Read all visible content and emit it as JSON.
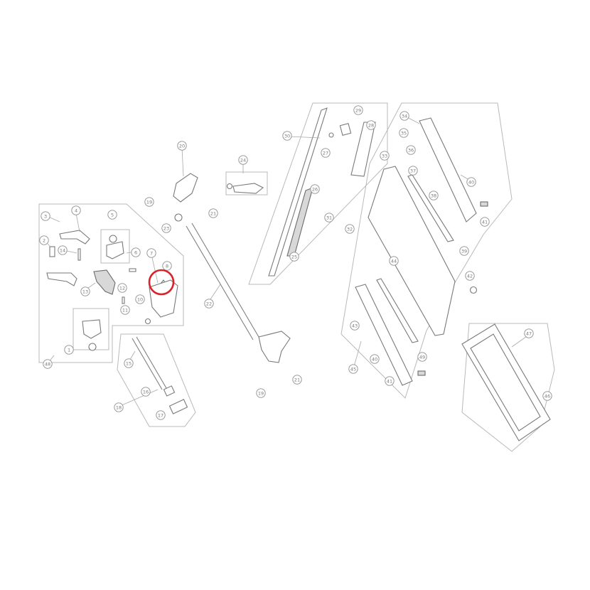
{
  "diagram": {
    "highlight_color": "#d8232a",
    "line_color": "#8f8f8f",
    "callouts": [
      {
        "id": "c3",
        "label": "3"
      },
      {
        "id": "c4",
        "label": "4"
      },
      {
        "id": "c5",
        "label": "5"
      },
      {
        "id": "c2",
        "label": "2"
      },
      {
        "id": "c14",
        "label": "14"
      },
      {
        "id": "c6",
        "label": "6"
      },
      {
        "id": "c7",
        "label": "7"
      },
      {
        "id": "c8",
        "label": "8"
      },
      {
        "id": "c13",
        "label": "13"
      },
      {
        "id": "c12",
        "label": "12"
      },
      {
        "id": "c10",
        "label": "10"
      },
      {
        "id": "c11",
        "label": "11"
      },
      {
        "id": "c1",
        "label": "1"
      },
      {
        "id": "c48",
        "label": "48"
      },
      {
        "id": "c15",
        "label": "15"
      },
      {
        "id": "c16",
        "label": "16"
      },
      {
        "id": "c17",
        "label": "17"
      },
      {
        "id": "c18",
        "label": "18"
      },
      {
        "id": "c20",
        "label": "20"
      },
      {
        "id": "c19",
        "label": "19"
      },
      {
        "id": "c21",
        "label": "21"
      },
      {
        "id": "c23",
        "label": "23"
      },
      {
        "id": "c22",
        "label": "22"
      },
      {
        "id": "c24",
        "label": "24"
      },
      {
        "id": "c19b",
        "label": "19"
      },
      {
        "id": "c21b",
        "label": "21"
      },
      {
        "id": "c30",
        "label": "30"
      },
      {
        "id": "c29",
        "label": "29"
      },
      {
        "id": "c28",
        "label": "28"
      },
      {
        "id": "c27",
        "label": "27"
      },
      {
        "id": "c26",
        "label": "26"
      },
      {
        "id": "c25",
        "label": "25"
      },
      {
        "id": "c31",
        "label": "31"
      },
      {
        "id": "c32",
        "label": "32"
      },
      {
        "id": "c33",
        "label": "33"
      },
      {
        "id": "c34",
        "label": "34"
      },
      {
        "id": "c35",
        "label": "35"
      },
      {
        "id": "c36",
        "label": "36"
      },
      {
        "id": "c37",
        "label": "37"
      },
      {
        "id": "c38",
        "label": "38"
      },
      {
        "id": "c39",
        "label": "39"
      },
      {
        "id": "c40",
        "label": "40"
      },
      {
        "id": "c41",
        "label": "41"
      },
      {
        "id": "c42",
        "label": "42"
      },
      {
        "id": "c43",
        "label": "43"
      },
      {
        "id": "c44",
        "label": "44"
      },
      {
        "id": "c45",
        "label": "45"
      },
      {
        "id": "c46",
        "label": "46"
      },
      {
        "id": "c47",
        "label": "47"
      },
      {
        "id": "c49",
        "label": "49"
      },
      {
        "id": "c40b",
        "label": "40"
      },
      {
        "id": "c41b",
        "label": "41"
      }
    ]
  }
}
